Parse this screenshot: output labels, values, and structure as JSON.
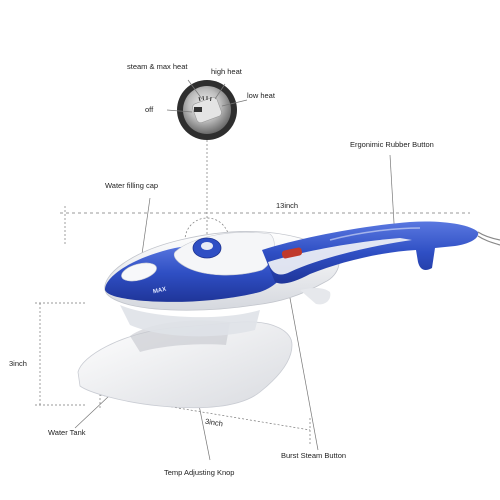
{
  "labels": {
    "steam_max_heat": "steam & max heat",
    "high_heat": "high heat",
    "low_heat": "low heat",
    "off": "off",
    "ergonomic_button": "Ergonimic Rubber Button",
    "water_filling_cap": "Water filling cap",
    "length": "13inch",
    "height": "3inch",
    "base_width": "3inch",
    "water_tank": "Water Tank",
    "burst_steam_button": "Burst Steam Button",
    "temp_knob": "Temp Adjusting Knop",
    "max_marking": "MAX"
  },
  "colors": {
    "body_blue": "#2f4fc4",
    "body_white": "#eceef2",
    "steam_button_red": "#c0392b",
    "dial_dark": "#3a3a3a",
    "guide_line": "#777777"
  }
}
